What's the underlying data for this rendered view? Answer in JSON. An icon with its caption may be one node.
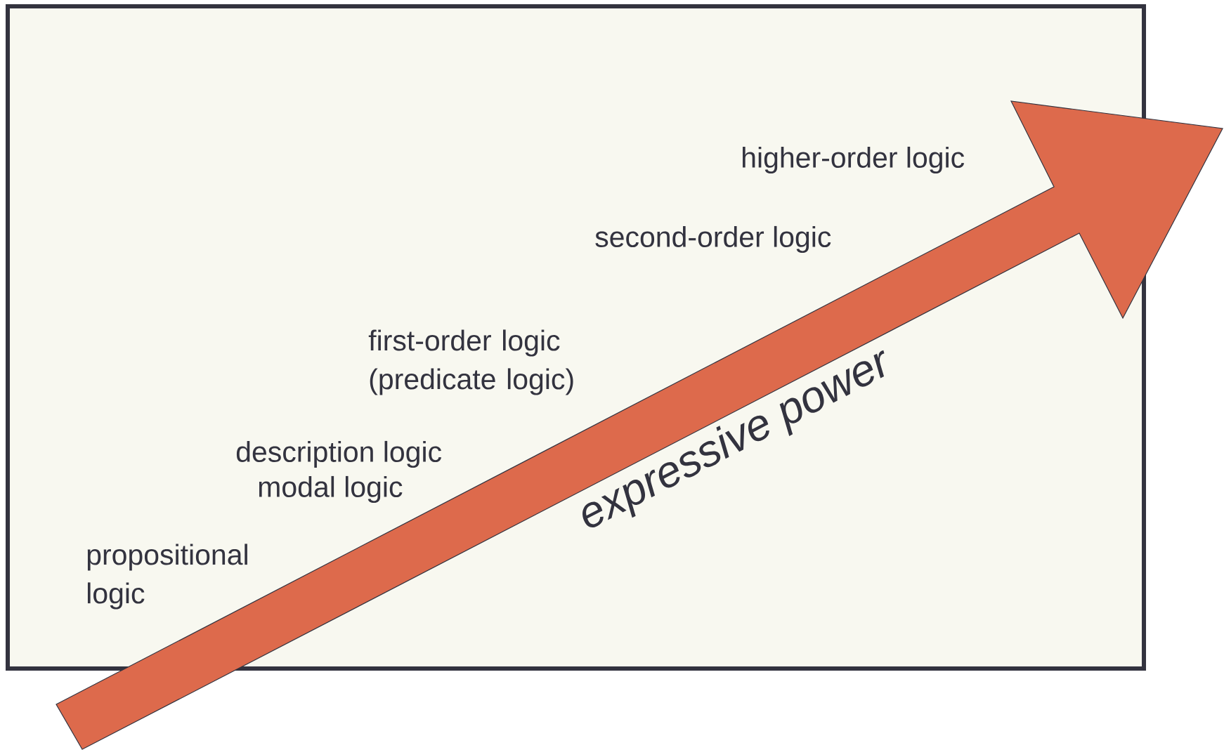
{
  "diagram": {
    "labels": [
      "higher-order logic",
      "second-order logic",
      "first-order logic (predicate logic)",
      "description logic",
      "modal logic",
      "propositional logic",
      "expressive power"
    ]
  }
}
